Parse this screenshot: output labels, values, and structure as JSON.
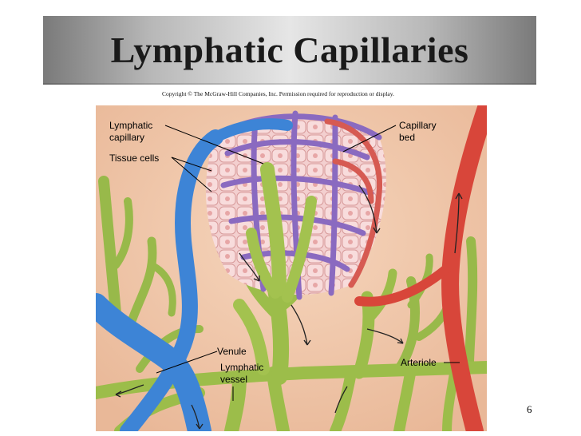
{
  "slide": {
    "title": "Lymphatic Capillaries",
    "copyright": "Copyright © The McGraw-Hill Companies, Inc. Permission required for reproduction or display.",
    "page_number": "6"
  },
  "labels": {
    "lymphatic_capillary_1": "Lymphatic",
    "lymphatic_capillary_2": "capillary",
    "tissue_cells": "Tissue cells",
    "capillary_bed_1": "Capillary",
    "capillary_bed_2": "bed",
    "venule": "Venule",
    "lymphatic_vessel_1": "Lymphatic",
    "lymphatic_vessel_2": "vessel",
    "arteriole": "Arteriole"
  },
  "colors": {
    "tissue_background": "#f2c9a8",
    "lymph_green": "#9cbd4a",
    "vein_blue": "#3d84d6",
    "artery_red": "#d84a3a",
    "capillary_purple": "#8a6ac0",
    "tissue_cell": "#f6d2d2"
  }
}
